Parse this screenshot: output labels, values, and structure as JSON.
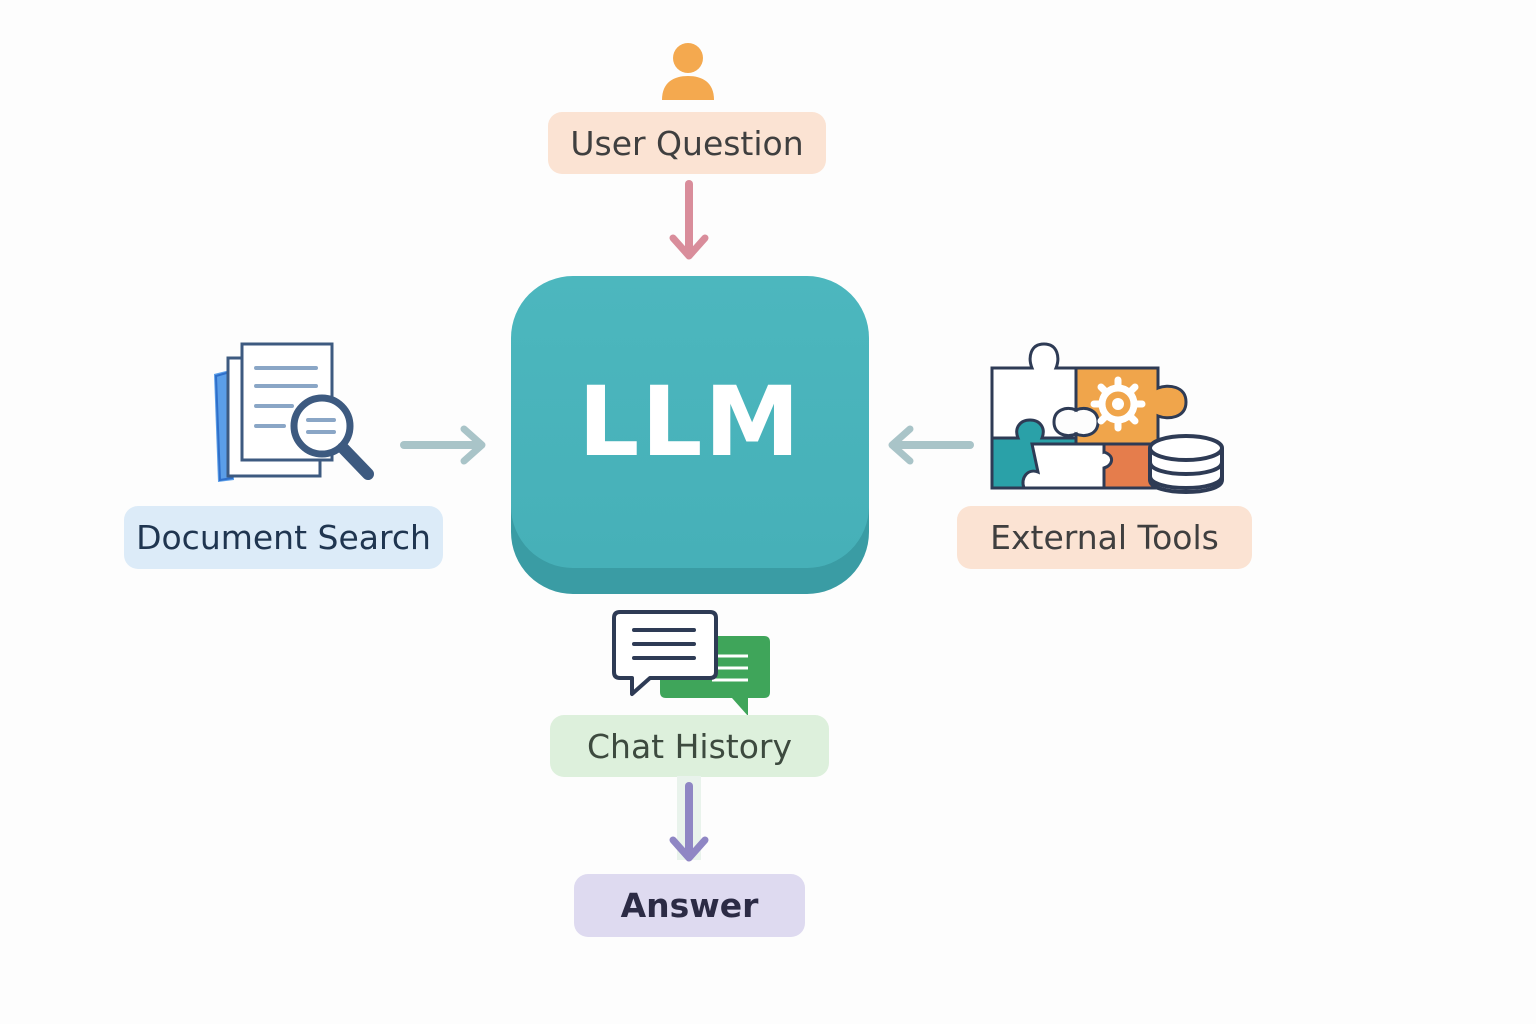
{
  "diagram": {
    "center": {
      "label": "LLM",
      "color": "#4cb7be"
    },
    "nodes": {
      "user_question": {
        "label": "User Question",
        "icon": "user-icon",
        "color": "#f4a94f"
      },
      "document_search": {
        "label": "Document Search",
        "icon": "document-search-icon",
        "color": "#dcebf8"
      },
      "external_tools": {
        "label": "External Tools",
        "icon": "puzzle-database-icon",
        "color": "#fbe3d3"
      },
      "chat_history": {
        "label": "Chat History",
        "icon": "chat-bubbles-icon",
        "color": "#ddf0dc"
      },
      "answer": {
        "label": "Answer",
        "color": "#dedaf0"
      }
    },
    "edges": [
      {
        "from": "User Question",
        "to": "LLM",
        "color": "#d98d9b"
      },
      {
        "from": "Document Search",
        "to": "LLM",
        "color": "#a9c4c8"
      },
      {
        "from": "External Tools",
        "to": "LLM",
        "color": "#a9c4c8"
      },
      {
        "from": "Chat History",
        "to": "Answer",
        "color": "#8f86c4"
      }
    ]
  }
}
